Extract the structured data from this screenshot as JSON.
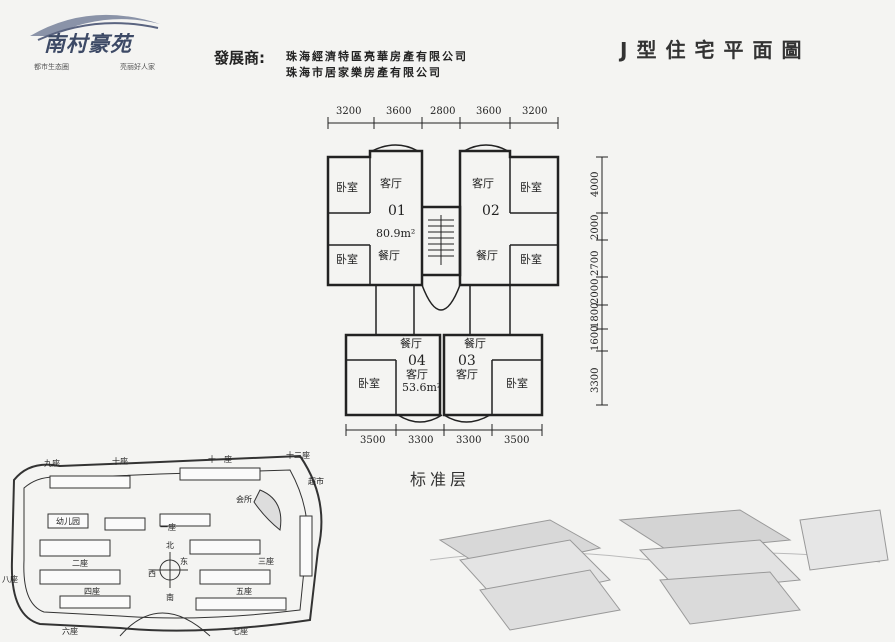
{
  "logo": {
    "title": "南村豪苑",
    "sub_left": "都市生态圈",
    "sub_right": "亮丽好人家"
  },
  "developer": {
    "label": "發展商:",
    "line1": "珠海經濟特區亮華房產有限公司",
    "line2": "珠海市居家樂房產有限公司"
  },
  "heading": "J型住宅平面圖",
  "floor_caption": "标准层",
  "plan": {
    "top_dims": [
      "3200",
      "3600",
      "2800",
      "3600",
      "3200"
    ],
    "bottom_dims": [
      "3500",
      "3300",
      "3300",
      "3500"
    ],
    "right_dims": [
      "4000",
      "2000",
      "2700",
      "2000",
      "1800",
      "1600",
      "3300"
    ],
    "units": [
      {
        "number": "01",
        "area": "80.9m²"
      },
      {
        "number": "02"
      },
      {
        "number": "03"
      },
      {
        "number": "04",
        "area": "53.6m²"
      }
    ],
    "rooms": {
      "bedroom": "卧室",
      "living": "客厅",
      "dining": "餐厅"
    }
  },
  "site": {
    "buildings": [
      "一座",
      "二座",
      "三座",
      "四座",
      "五座",
      "六座",
      "七座",
      "八座",
      "九座",
      "十座",
      "十一座",
      "十二座"
    ],
    "clubhouse": "会所",
    "kindergarten": "幼儿园",
    "supermarket": "超市",
    "compass": {
      "north": "北",
      "south": "南",
      "east": "东",
      "west": "西"
    }
  },
  "colors": {
    "line": "#222222",
    "paper": "#f4f4f2",
    "logo_blue": "#3d4a66"
  }
}
